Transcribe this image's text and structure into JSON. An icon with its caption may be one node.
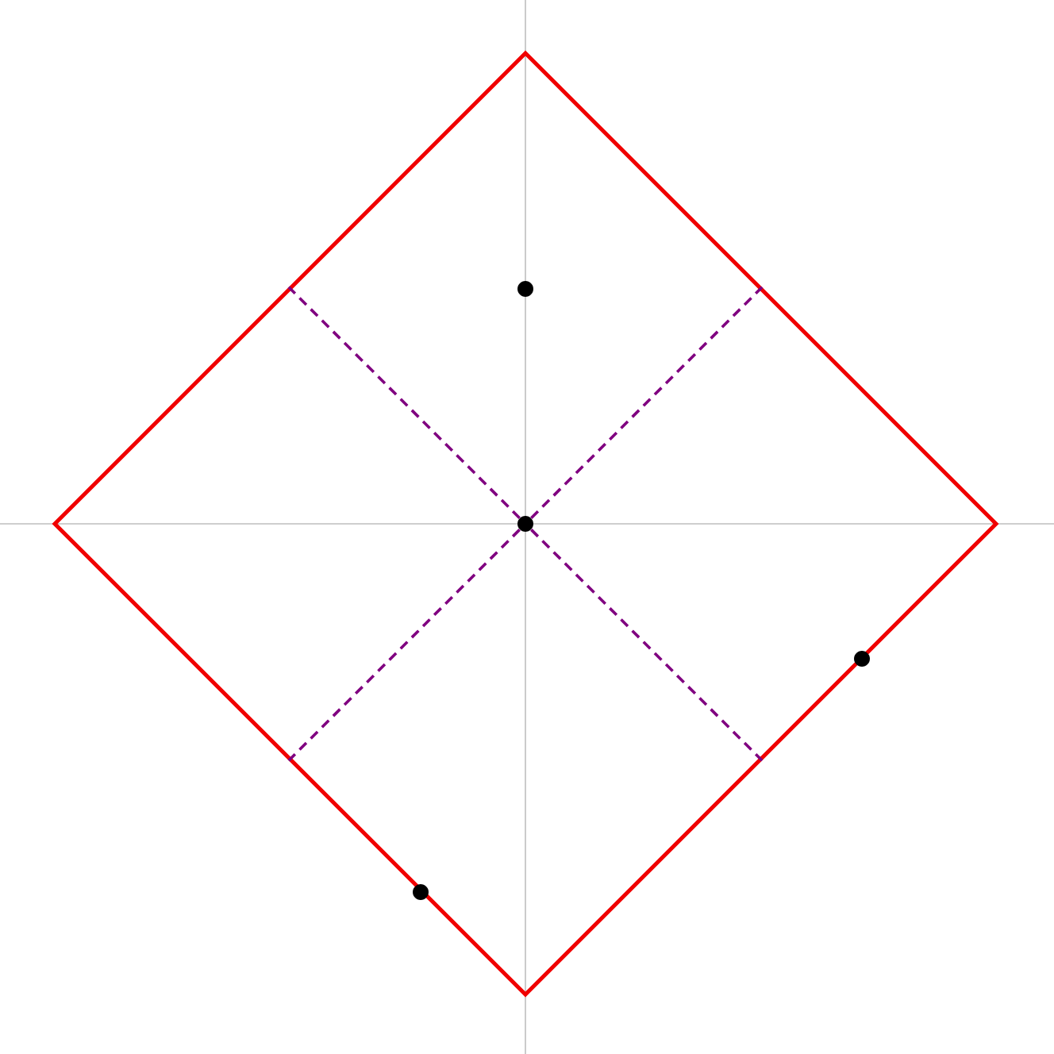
{
  "diagram": {
    "nodes": [
      {
        "text": [],
        "shape": "diamond"
      },
      {
        "text": [],
        "shape": "circle",
        "in": 0
      },
      {
        "text": [],
        "shape": "circle",
        "in": 0
      },
      {
        "text": [],
        "shape": "circle"
      },
      {
        "text": [],
        "shape": "circle"
      }
    ],
    "edges": [
      {
        "from": 2,
        "to": 0,
        "arrow": "none",
        "style": "dashed",
        "color": "#800080"
      },
      {
        "from": 2,
        "to": 0,
        "arrow": "none",
        "style": "dashed",
        "color": "#800080"
      },
      {
        "from": 2,
        "to": 0,
        "arrow": "none",
        "style": "dashed",
        "color": "#800080"
      },
      {
        "from": 2,
        "to": 0,
        "arrow": "none",
        "style": "dashed",
        "color": "#800080"
      }
    ]
  }
}
